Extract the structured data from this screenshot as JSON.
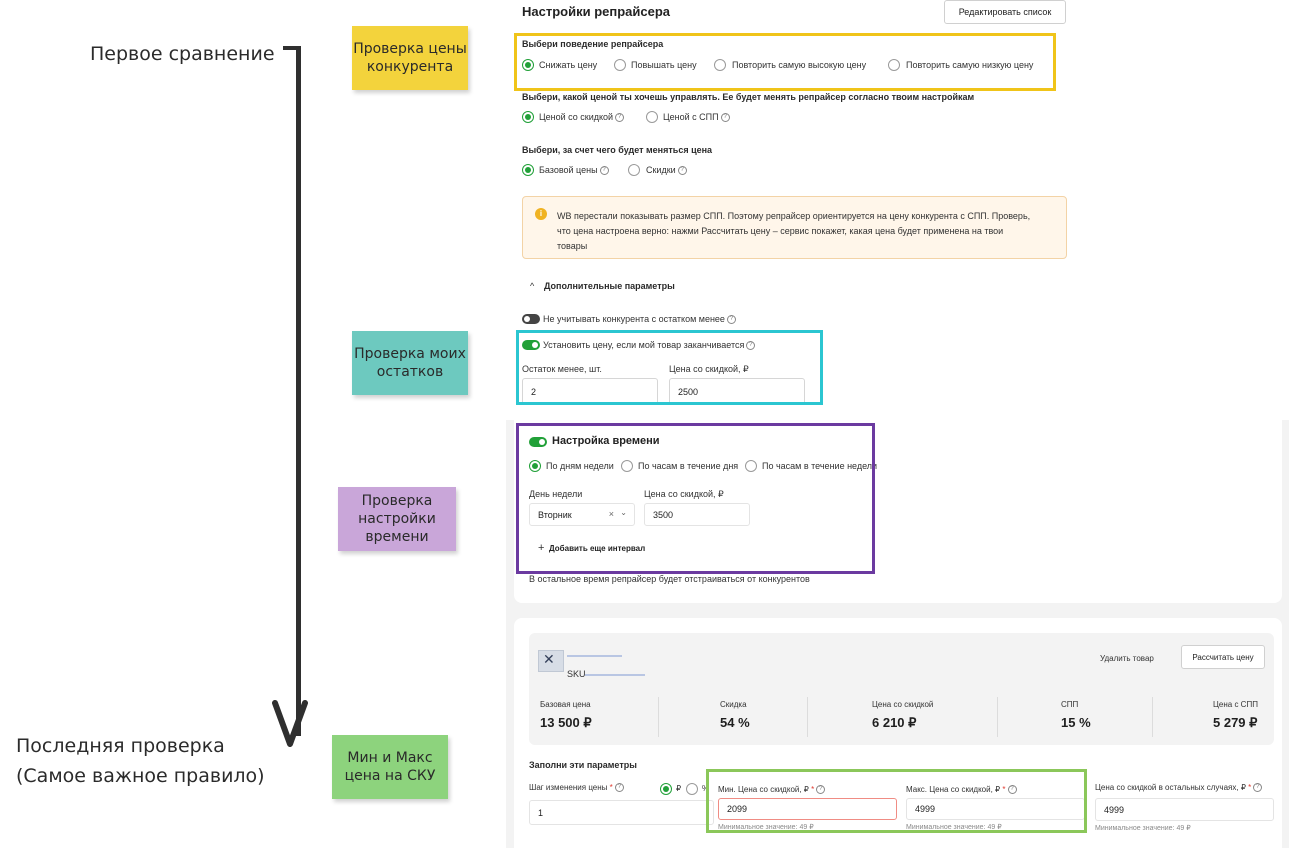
{
  "annotations": {
    "first": "Первое сравнение",
    "last_line1": "Последняя проверка",
    "last_line2": "(Самое важное правило)"
  },
  "stickies": {
    "competitor": "Проверка цены конкурента",
    "stock": "Проверка моих остатков",
    "time": "Проверка настройки времени",
    "minmax": "Мин и Макс цена на СКУ"
  },
  "colors": {
    "accent_green": "#21a038",
    "frame_yellow": "#f0c419",
    "frame_cyan": "#2bc6d1",
    "frame_purple": "#6b3aa0",
    "frame_green": "#8bc75a",
    "sticky_yellow": "#f3d33c",
    "sticky_teal": "#6dc9bf",
    "sticky_lilac": "#c9a6d9",
    "sticky_green": "#8dd37d"
  },
  "repricer": {
    "title": "Настройки репрайсера",
    "edit_list": "Редактировать список",
    "behavior_label": "Выбери поведение репрайсера",
    "behavior_options": [
      "Снижать цену",
      "Повышать цену",
      "Повторить самую высокую цену",
      "Повторить самую низкую цену"
    ],
    "manage_label": "Выбери, какой ценой ты хочешь управлять. Ее будет менять репрайсер согласно твоим настройкам",
    "manage_options": [
      "Ценой со скидкой",
      "Ценой с СПП"
    ],
    "change_label": "Выбери, за счет чего будет меняться цена",
    "change_options": [
      "Базовой цены",
      "Скидки"
    ],
    "notice_line1": "WB перестали показывать размер СПП. Поэтому репрайсер ориентируется на цену конкурента с СПП. Проверь,",
    "notice_line2": "что цена настроена верно: нажми Рассчитать цену – сервис покажет, какая цена будет применена на твои",
    "notice_line3": "товары",
    "extra_params": "Дополнительные параметры",
    "ignore_competitor": "Не учитывать конкурента с остатком менее",
    "set_price_stock": "Установить цену, если мой товар заканчивается",
    "stock_less_label": "Остаток менее, шт.",
    "stock_less_value": "2",
    "price_discount_label": "Цена со скидкой, ₽",
    "price_discount_value": "2500"
  },
  "time_settings": {
    "title": "Настройка времени",
    "options": [
      "По дням недели",
      "По часам в течение дня",
      "По часам в течение недели"
    ],
    "day_label": "День недели",
    "day_value": "Вторник",
    "price_label": "Цена со скидкой, ₽",
    "price_value": "3500",
    "add_interval": "Добавить еще интервал",
    "rest_time": "В остальное время репрайсер будет отстраиваться от конкурентов"
  },
  "product": {
    "sku_label": "SKU",
    "delete": "Удалить товар",
    "calculate": "Рассчитать цену",
    "stats": [
      {
        "label": "Базовая цена",
        "value": "13 500 ₽"
      },
      {
        "label": "Скидка",
        "value": "54 %"
      },
      {
        "label": "Цена со скидкой",
        "value": "6 210 ₽"
      },
      {
        "label": "СПП",
        "value": "15 %"
      },
      {
        "label": "Цена с СПП",
        "value": "5 279 ₽"
      }
    ],
    "fill_params": "Заполни эти параметры",
    "step_label": "Шаг изменения цены",
    "step_value": "1",
    "step_unit_rub": "₽",
    "step_unit_pct": "%",
    "min_label": "Мин. Цена со скидкой, ₽",
    "min_value": "2099",
    "min_hint": "Минимальное значение: 49 ₽",
    "max_label": "Макс. Цена со скидкой, ₽",
    "max_value": "4999",
    "max_hint": "Минимальное значение: 49 ₽",
    "other_label": "Цена со скидкой в остальных случаях, ₽",
    "other_value": "4999",
    "other_hint": "Минимальное значение: 49 ₽",
    "required_mark": "*",
    "help_glyph": "?"
  }
}
